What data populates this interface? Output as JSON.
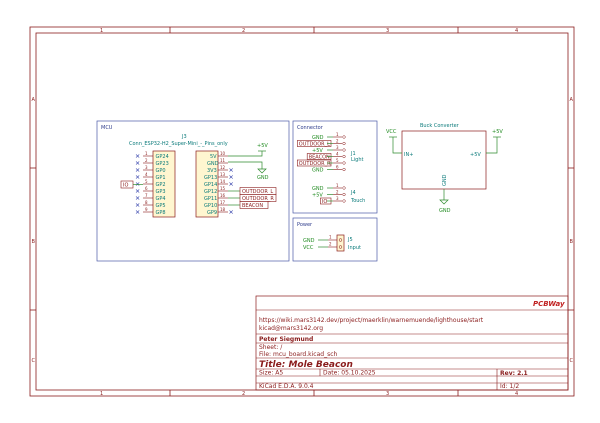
{
  "frame": {
    "columns": [
      "1",
      "2",
      "3",
      "4"
    ],
    "rows": [
      "A",
      "B",
      "C"
    ]
  },
  "mcu": {
    "title": "MCU",
    "ref": "J3",
    "value": "Conn_ESP32-H2_Super-Mini_-_Pins_only",
    "left_pins": [
      {
        "num": "1",
        "name": "GP24"
      },
      {
        "num": "2",
        "name": "GP23"
      },
      {
        "num": "3",
        "name": "GP0"
      },
      {
        "num": "4",
        "name": "GP1"
      },
      {
        "num": "5",
        "name": "GP2"
      },
      {
        "num": "6",
        "name": "GP3"
      },
      {
        "num": "7",
        "name": "GP4"
      },
      {
        "num": "8",
        "name": "GP5"
      },
      {
        "num": "9",
        "name": "GP8"
      }
    ],
    "right_pins": [
      {
        "num": "10",
        "name": "5V"
      },
      {
        "num": "11",
        "name": "GND"
      },
      {
        "num": "12",
        "name": "3V3"
      },
      {
        "num": "13",
        "name": "GP13"
      },
      {
        "num": "14",
        "name": "GP14"
      },
      {
        "num": "15",
        "name": "GP12"
      },
      {
        "num": "16",
        "name": "GP11"
      },
      {
        "num": "17",
        "name": "GP10"
      },
      {
        "num": "18",
        "name": "GP9"
      }
    ],
    "net_io": "IO",
    "net_5v": "+5V",
    "net_gnd": "GND",
    "label_outdoor_l": "OUTDOOR_L",
    "label_outdoor_r": "OUTDOOR_R",
    "label_beacon": "BEACON"
  },
  "connector": {
    "title": "Connector",
    "j1_ref": "J1",
    "j1_name": "Light",
    "j1_labels": [
      "GND",
      "OUTDOOR_L",
      "+5V",
      "BEACON",
      "OUTDOOR_R",
      "GND"
    ],
    "j4_ref": "J4",
    "j4_name": "Touch",
    "j4_labels": [
      "GND",
      "+5V",
      "IO"
    ]
  },
  "power": {
    "title": "Power",
    "j5_ref": "J5",
    "j5_name": "Input",
    "labels": [
      "GND",
      "VCC"
    ]
  },
  "buck": {
    "title": "Buck Converter",
    "pin_in": "IN+",
    "pin_out": "+5V",
    "pin_gnd": "GND",
    "net_vcc": "VCC",
    "net_5v": "+5V",
    "net_gnd": "GND"
  },
  "title_block": {
    "logo": "PCBWay",
    "url": "https://wiki.mars3142.dev/project/maerklin/warnemuende/lighthouse/start",
    "email": "kicad@mars3142.org",
    "author": "Peter Siegmund",
    "sheet": "Sheet: /",
    "file": "File: mcu_board.kicad_sch",
    "title": "Title: Mole Beacon",
    "size": "Size: A5",
    "date": "Date: 05.10.2025",
    "rev": "Rev: 2.1",
    "eda": "KiCad E.D.A. 9.0.4",
    "id": "Id: 1/2"
  }
}
